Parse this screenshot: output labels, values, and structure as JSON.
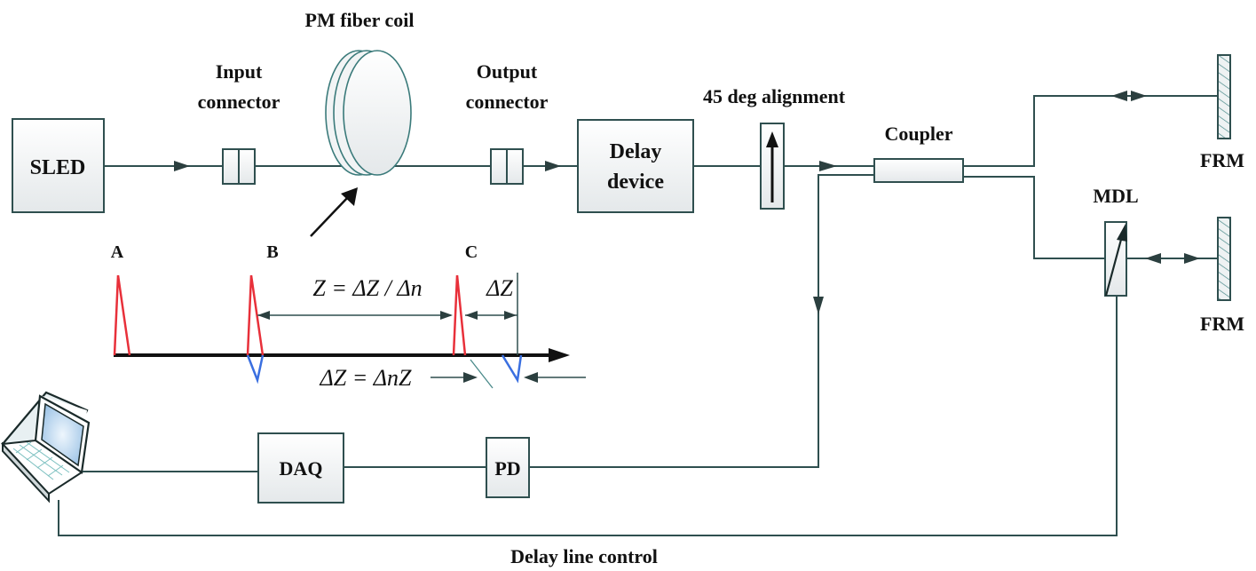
{
  "diagram": {
    "components": {
      "sled": "SLED",
      "input_connector_line1": "Input",
      "input_connector_line2": "connector",
      "fiber_coil": "PM fiber coil",
      "output_connector_line1": "Output",
      "output_connector_line2": "connector",
      "delay_device_line1": "Delay",
      "delay_device_line2": "device",
      "alignment": "45 deg alignment",
      "coupler": "Coupler",
      "frm_top": "FRM",
      "frm_bottom": "FRM",
      "mdl": "MDL",
      "daq": "DAQ",
      "pd": "PD",
      "delay_line_control": "Delay line control"
    },
    "inset": {
      "peak_a": "A",
      "peak_b": "B",
      "peak_c": "C",
      "eq_z": "Z = ΔZ / Δn",
      "eq_dz_small": "ΔZ",
      "eq_dz": "ΔZ = ΔnZ"
    },
    "colors": {
      "line": "#2f4f4f",
      "peak_red": "#e8303a",
      "peak_blue": "#3a6fe0",
      "box_fill_top": "#ffffff",
      "box_fill_bottom": "#e4e8ea",
      "laptop_screen": "#bcd8ef"
    }
  }
}
